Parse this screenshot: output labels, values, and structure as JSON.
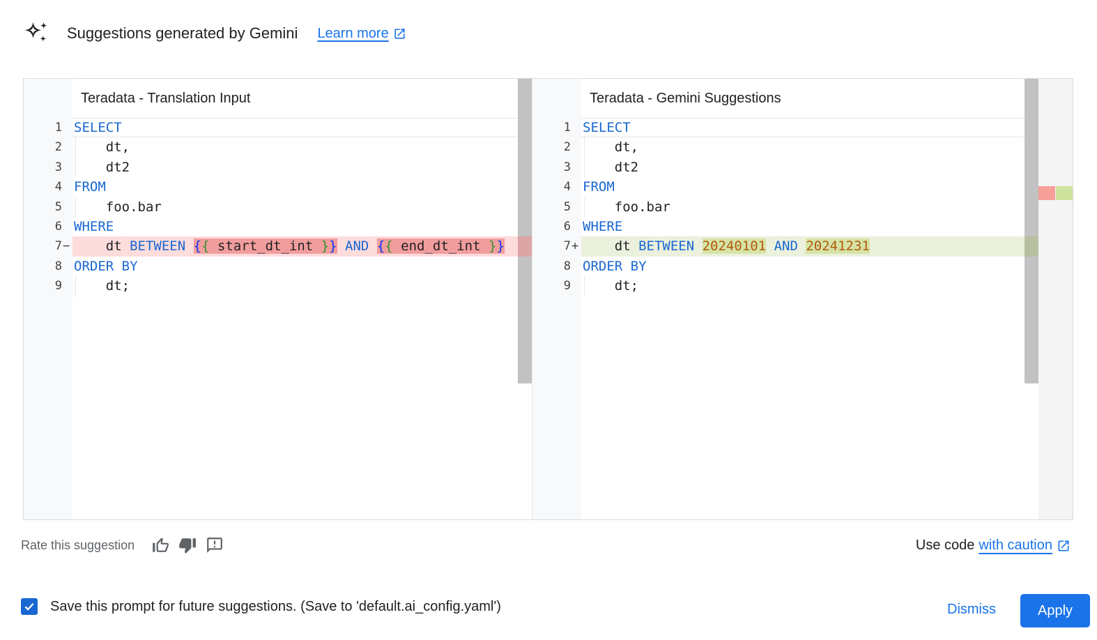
{
  "header": {
    "title": "Suggestions generated by Gemini",
    "learn_more": "Learn more"
  },
  "colors": {
    "accent": "#1a73e8",
    "keyword": "#1967d2",
    "number": "#b3590e",
    "bracket1": "#0431fa",
    "bracket2": "#319331",
    "code_text": "#202124",
    "muted": "#5f6368",
    "removed_line": "#fddcdc",
    "removed_char": "#f29d9d",
    "added_line": "#ebf1dd",
    "added_char": "#d5e4a6",
    "ov_red": "#f7a09a",
    "ov_green": "#cfe29e",
    "scrollbar": "#c2c2c2",
    "gutter_bg": "#f8f9fa",
    "card_border": "#dadce0",
    "checkbox": "#1967d2"
  },
  "editors": [
    {
      "title": "Teradata - Translation Input",
      "lines": [
        {
          "num": "1",
          "marker": "",
          "active": true,
          "segs": [
            {
              "t": "SELECT",
              "c": "kw"
            }
          ]
        },
        {
          "num": "2",
          "marker": "",
          "indent": true,
          "segs": [
            {
              "t": "    dt,",
              "c": "pl"
            }
          ]
        },
        {
          "num": "3",
          "marker": "",
          "indent": true,
          "segs": [
            {
              "t": "    dt2",
              "c": "pl"
            }
          ]
        },
        {
          "num": "4",
          "marker": "",
          "segs": [
            {
              "t": "FROM",
              "c": "kw"
            }
          ]
        },
        {
          "num": "5",
          "marker": "",
          "indent": true,
          "segs": [
            {
              "t": "    foo.bar",
              "c": "pl"
            }
          ]
        },
        {
          "num": "6",
          "marker": "",
          "segs": [
            {
              "t": "WHERE",
              "c": "kw"
            }
          ]
        },
        {
          "num": "7",
          "marker": "−",
          "change": "removed",
          "segs": [
            {
              "t": "    dt ",
              "c": "pl"
            },
            {
              "t": "BETWEEN",
              "c": "kw"
            },
            {
              "t": " ",
              "c": "pl"
            },
            {
              "t": "{",
              "c": "b1",
              "h": true
            },
            {
              "t": "{",
              "c": "b2",
              "h": true
            },
            {
              "t": " start_dt_int ",
              "c": "pl",
              "h": true
            },
            {
              "t": "}",
              "c": "b2",
              "h": true
            },
            {
              "t": "}",
              "c": "b1",
              "h": true
            },
            {
              "t": " ",
              "c": "pl"
            },
            {
              "t": "AND",
              "c": "kw"
            },
            {
              "t": " ",
              "c": "pl"
            },
            {
              "t": "{",
              "c": "b1",
              "h": true
            },
            {
              "t": "{",
              "c": "b2",
              "h": true
            },
            {
              "t": " end_dt_int ",
              "c": "pl",
              "h": true
            },
            {
              "t": "}",
              "c": "b2",
              "h": true
            },
            {
              "t": "}",
              "c": "b1",
              "h": true
            }
          ]
        },
        {
          "num": "8",
          "marker": "",
          "segs": [
            {
              "t": "ORDER BY",
              "c": "kw"
            }
          ]
        },
        {
          "num": "9",
          "marker": "",
          "indent": true,
          "segs": [
            {
              "t": "    dt;",
              "c": "pl"
            }
          ]
        }
      ]
    },
    {
      "title": "Teradata - Gemini Suggestions",
      "lines": [
        {
          "num": "1",
          "marker": "",
          "active": true,
          "segs": [
            {
              "t": "SELECT",
              "c": "kw"
            }
          ]
        },
        {
          "num": "2",
          "marker": "",
          "indent": true,
          "segs": [
            {
              "t": "    dt,",
              "c": "pl"
            }
          ]
        },
        {
          "num": "3",
          "marker": "",
          "indent": true,
          "segs": [
            {
              "t": "    dt2",
              "c": "pl"
            }
          ]
        },
        {
          "num": "4",
          "marker": "",
          "segs": [
            {
              "t": "FROM",
              "c": "kw"
            }
          ]
        },
        {
          "num": "5",
          "marker": "",
          "indent": true,
          "segs": [
            {
              "t": "    foo.bar",
              "c": "pl"
            }
          ]
        },
        {
          "num": "6",
          "marker": "",
          "segs": [
            {
              "t": "WHERE",
              "c": "kw"
            }
          ]
        },
        {
          "num": "7",
          "marker": "+",
          "change": "added",
          "segs": [
            {
              "t": "    dt ",
              "c": "pl"
            },
            {
              "t": "BETWEEN",
              "c": "kw"
            },
            {
              "t": " ",
              "c": "pl"
            },
            {
              "t": "20240101",
              "c": "num",
              "h": true
            },
            {
              "t": " ",
              "c": "pl"
            },
            {
              "t": "AND",
              "c": "kw"
            },
            {
              "t": " ",
              "c": "pl"
            },
            {
              "t": "20241231",
              "c": "num",
              "h": true
            }
          ]
        },
        {
          "num": "8",
          "marker": "",
          "segs": [
            {
              "t": "ORDER BY",
              "c": "kw"
            }
          ]
        },
        {
          "num": "9",
          "marker": "",
          "indent": true,
          "segs": [
            {
              "t": "    dt;",
              "c": "pl"
            }
          ]
        }
      ]
    }
  ],
  "rate": {
    "label": "Rate this suggestion"
  },
  "use_code": {
    "prefix": "Use code",
    "link_label": "with caution"
  },
  "footer": {
    "save_label": "Save this prompt for future suggestions. (Save to 'default.ai_config.yaml')",
    "dismiss_label": "Dismiss",
    "apply_label": "Apply"
  }
}
